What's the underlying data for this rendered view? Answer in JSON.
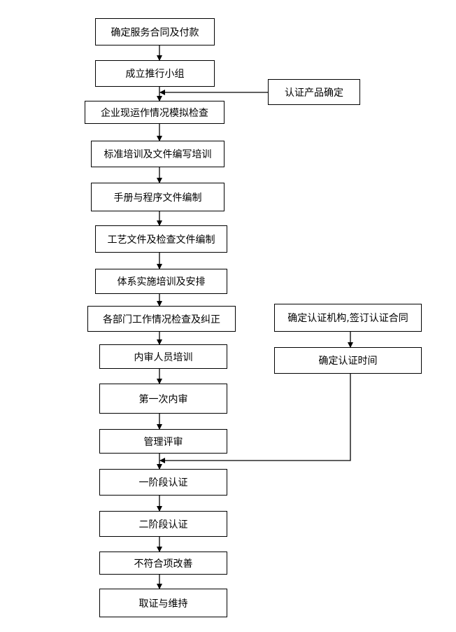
{
  "flowchart": {
    "main_steps": [
      "确定服务合同及付款",
      "成立推行小组",
      "企业现运作情况模拟检查",
      "标准培训及文件编写培训",
      "手册与程序文件编制",
      "工艺文件及检查文件编制",
      "体系实施培训及安排",
      "各部门工作情况检查及纠正",
      "内审人员培训",
      "第一次内审",
      "管理评审",
      "一阶段认证",
      "二阶段认证",
      "不符合项改善",
      "取证与维持"
    ],
    "side_steps": {
      "product_confirm": "认证产品确定",
      "select_body": "确定认证机构,签订认证合同",
      "set_time": "确定认证时间"
    }
  }
}
